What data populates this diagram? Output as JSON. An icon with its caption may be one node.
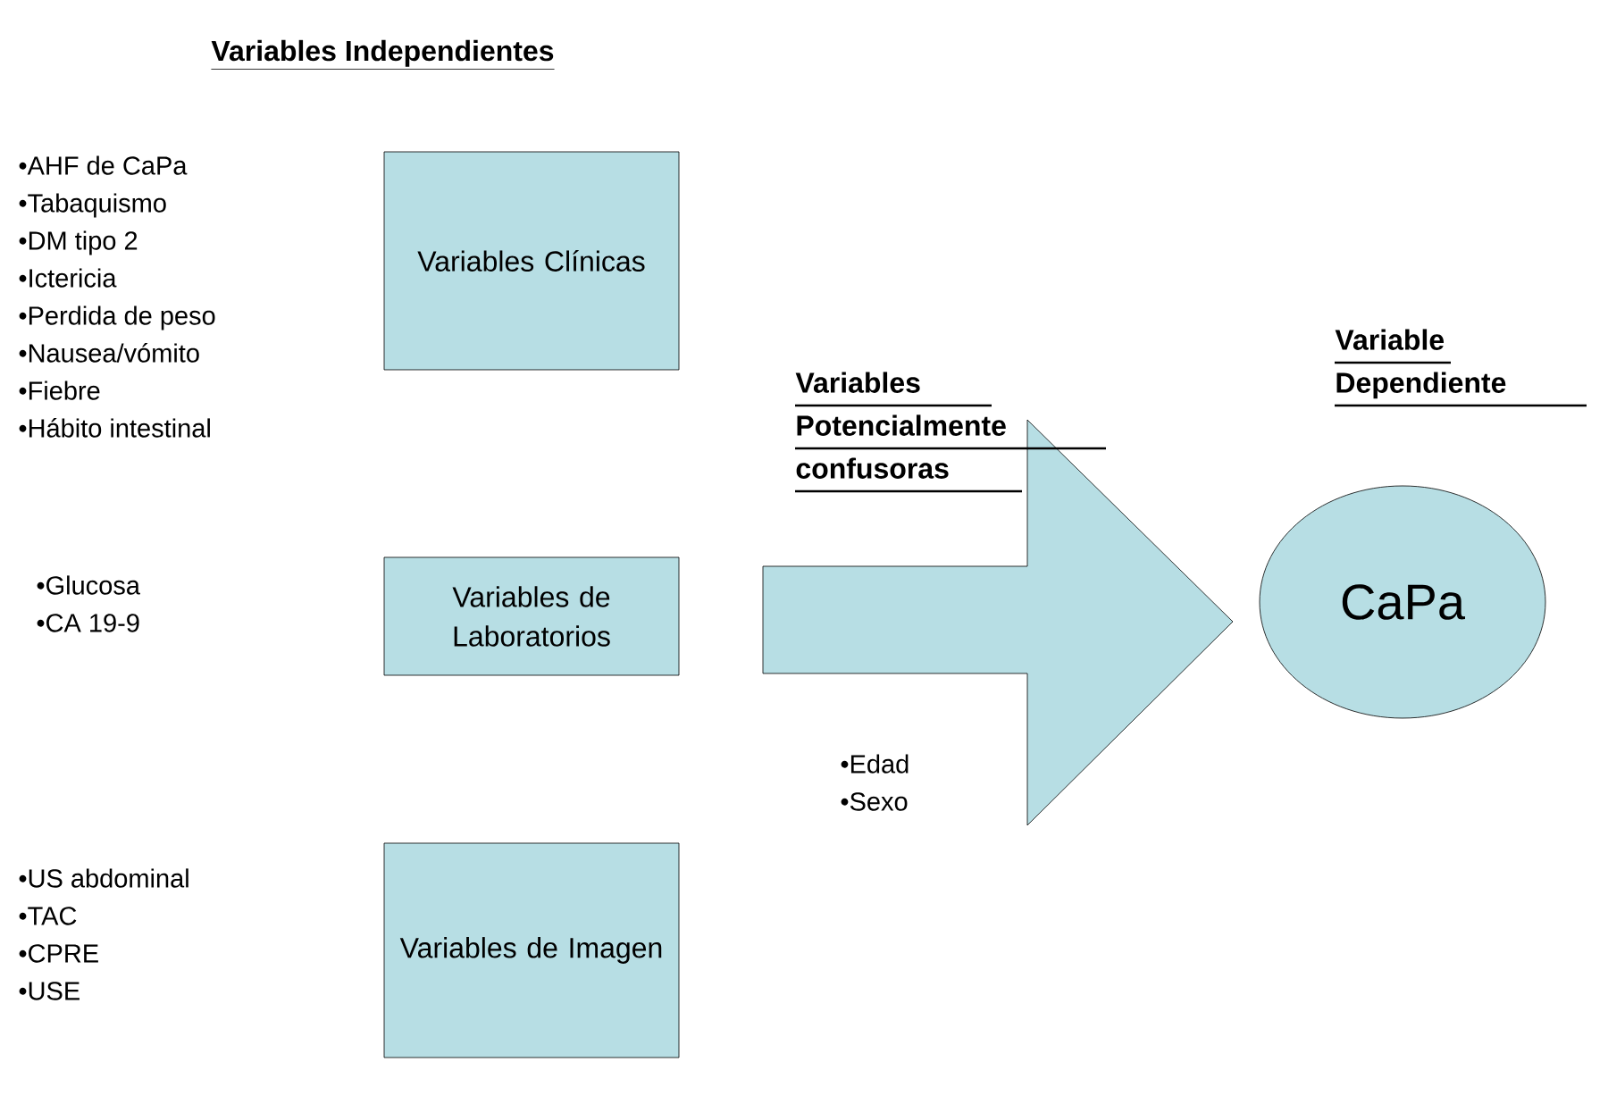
{
  "diagram": {
    "title": "Variables Independientes",
    "nodes": [
      {
        "text": [
          "Variables Clínicas"
        ],
        "beside": [
          "•AHF de CaPa",
          "•Tabaquismo",
          "•DM tipo 2",
          "•Ictericia",
          "•Perdida de peso",
          "•Nausea/vómito",
          "•Fiebre",
          "•Hábito intestinal"
        ]
      },
      {
        "text": [
          "Variables de Laboratorios"
        ],
        "beside": [
          "•Glucosa",
          "•CA 19-9"
        ]
      },
      {
        "text": [
          "Variables de Imagen"
        ],
        "beside": [
          "•US abdominal",
          "•TAC",
          "•CPRE",
          "•USE"
        ]
      },
      {
        "text": [
          "Variables Potencialmente confusoras"
        ],
        "beside": [
          "•Edad",
          "•Sexo"
        ]
      },
      {
        "text": [
          "Variable Dependiente",
          "CaPa"
        ]
      }
    ]
  }
}
